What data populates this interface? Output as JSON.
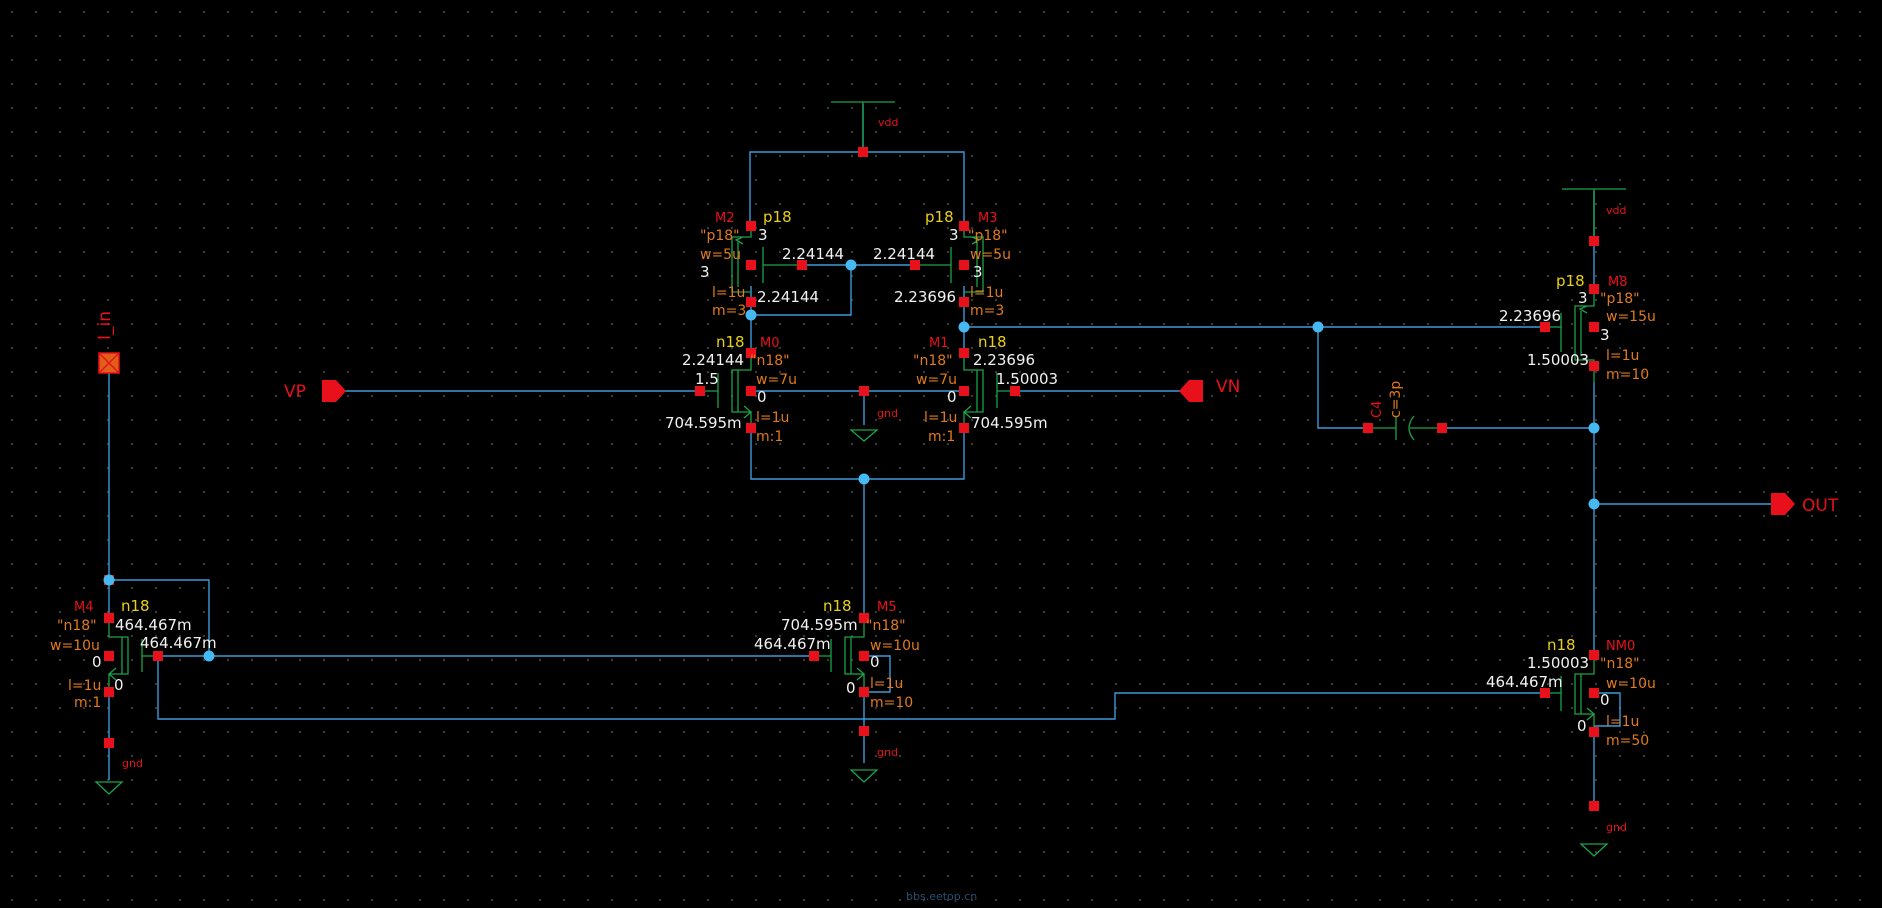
{
  "nets": {
    "vdd": "vdd",
    "gnd": "gnd"
  },
  "ports": {
    "vp": "VP",
    "vn": "VN",
    "out": "OUT",
    "i_in": "I_in"
  },
  "transistors": {
    "M2": {
      "name": "M2",
      "model": "p18",
      "cell": "\"p18\"",
      "w": "w=5u",
      "l": "l=1u",
      "m": "m=3",
      "v_top": "3",
      "v_bot": "3",
      "v_gate": "2.24144",
      "v_drain": "2.24144"
    },
    "M3": {
      "name": "M3",
      "model": "p18",
      "cell": "\"p18\"",
      "w": "w=5u",
      "l": "l=1u",
      "m": "m=3",
      "v_top": "3",
      "v_bot": "3",
      "v_gate": "2.24144",
      "v_drain": "2.23696"
    },
    "M0": {
      "name": "M0",
      "model": "n18",
      "cell": "\"n18\"",
      "w": "w=7u",
      "l": "l=1u",
      "m": "m:1",
      "v_drain": "2.24144",
      "v_gate": "1.5",
      "v_bulk": "0",
      "v_source": "704.595m"
    },
    "M1": {
      "name": "M1",
      "model": "n18",
      "cell": "\"n18\"",
      "w": "w=7u",
      "l": "l=1u",
      "m": "m:1",
      "v_drain": "2.23696",
      "v_gate": "1.50003",
      "v_bulk": "0",
      "v_source": "704.595m"
    },
    "M4": {
      "name": "M4",
      "model": "n18",
      "cell": "\"n18\"",
      "w": "w=10u",
      "l": "l=1u",
      "m": "m:1",
      "v_drain": "464.467m",
      "v_gate": "464.467m",
      "v_bulk": "0",
      "v_source": "0"
    },
    "M5": {
      "name": "M5",
      "model": "n18",
      "cell": "\"n18\"",
      "w": "w=10u",
      "l": "l=1u",
      "m": "m=10",
      "v_drain": "704.595m",
      "v_gate": "464.467m",
      "v_bulk": "0",
      "v_source": "0"
    },
    "M8": {
      "name": "M8",
      "model": "p18",
      "cell": "\"p18\"",
      "w": "w=15u",
      "l": "l=1u",
      "m": "m=10",
      "v_top": "3",
      "v_bot": "3",
      "v_gate": "2.23696",
      "v_drain": "1.50003"
    },
    "NM0": {
      "name": "NM0",
      "model": "n18",
      "cell": "\"n18\"",
      "w": "w=10u",
      "l": "l=1u",
      "m": "m=50",
      "v_drain": "1.50003",
      "v_gate": "464.467m",
      "v_bulk": "0",
      "v_source": "0"
    }
  },
  "capacitor": {
    "name": "C4",
    "value": "c=3p"
  },
  "watermark": "bbs.eetop.cn"
}
